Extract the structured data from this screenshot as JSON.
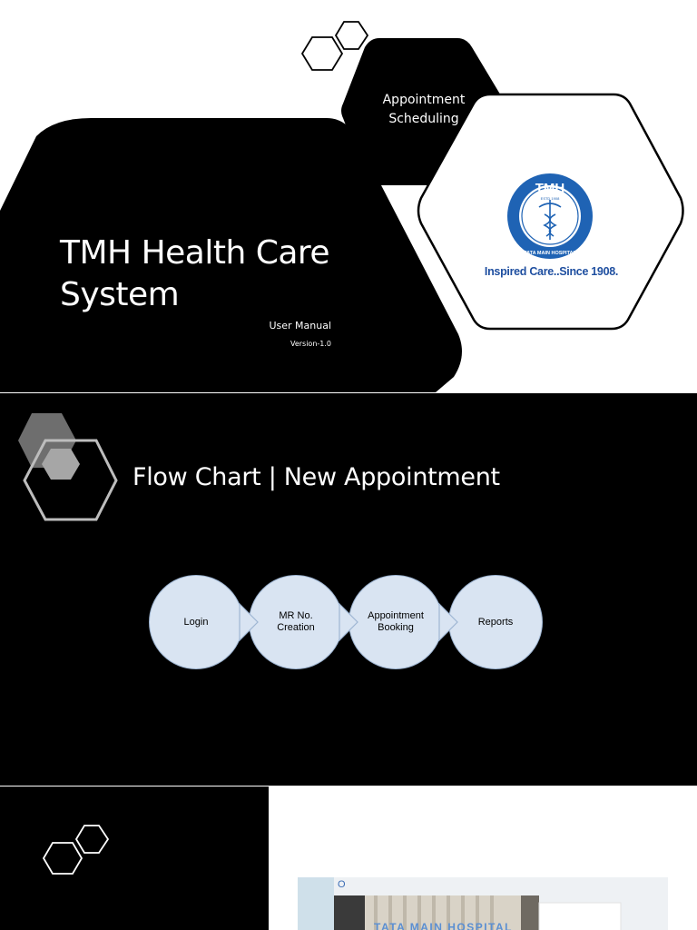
{
  "slide1": {
    "title": "TMH Health Care System",
    "subtitle": "User Manual",
    "version": "Version-1.0",
    "module": "Appointment Scheduling",
    "logo": {
      "letters": "TMH",
      "ring_text": "TATA MAIN HOSPITAL",
      "estd": "ESTD 1908",
      "tagline": "Inspired Care..Since 1908."
    }
  },
  "slide2": {
    "title": "Flow Chart | New Appointment",
    "flow": [
      "Login",
      "MR No. Creation",
      "Appointment Booking",
      "Reports"
    ]
  },
  "slide3": {
    "photo_sign": "TATA MAIN HOSPITAL",
    "photo_mark": "O"
  },
  "colors": {
    "background_dark": "#000000",
    "flow_fill": "#d9e4f2",
    "flow_border": "#9fb6d3",
    "logo_blue": "#1f63b4",
    "tagline_blue": "#1f4fa0"
  },
  "icons": [
    "hexagon-pair-icon",
    "tmh-logo-icon",
    "caduceus-icon"
  ]
}
